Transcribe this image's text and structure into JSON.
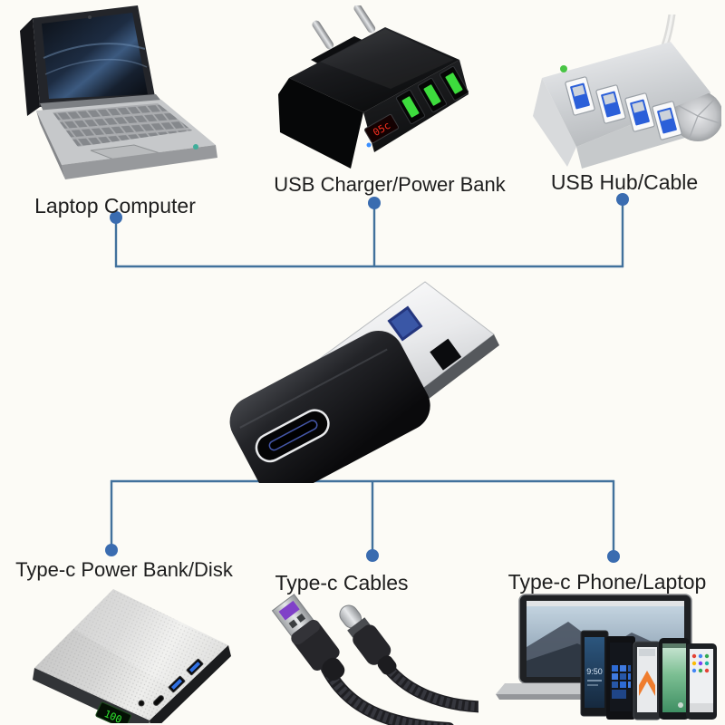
{
  "page": {
    "background": "#fcfbf6",
    "description": "USB Type-C female to USB-A male adapter compatibility diagram"
  },
  "colors": {
    "connector_line": "#41719c",
    "connector_dot": "#3a6cb0",
    "label_text": "#1e1e1e",
    "charger_led_red": "#ff3020",
    "power_bank_green": "#2ee82e",
    "usb_port_green": "#3ddc3d",
    "usb_port_blue": "#2f6fe0"
  },
  "top_devices": [
    {
      "id": "laptop",
      "label": "Laptop Computer"
    },
    {
      "id": "usb-charger",
      "label": "USB Charger/Power Bank"
    },
    {
      "id": "usb-hub",
      "label": "USB Hub/Cable"
    }
  ],
  "bottom_devices": [
    {
      "id": "type-c-power-bank",
      "label": "Type-c Power Bank/Disk"
    },
    {
      "id": "type-c-cables",
      "label": "Type-c Cables"
    },
    {
      "id": "type-c-phone-laptop",
      "label": "Type-c Phone/Laptop"
    }
  ],
  "screen_readouts": {
    "charger_led": "05c",
    "power_bank_battery": "100",
    "phone_clock": "9:50"
  }
}
